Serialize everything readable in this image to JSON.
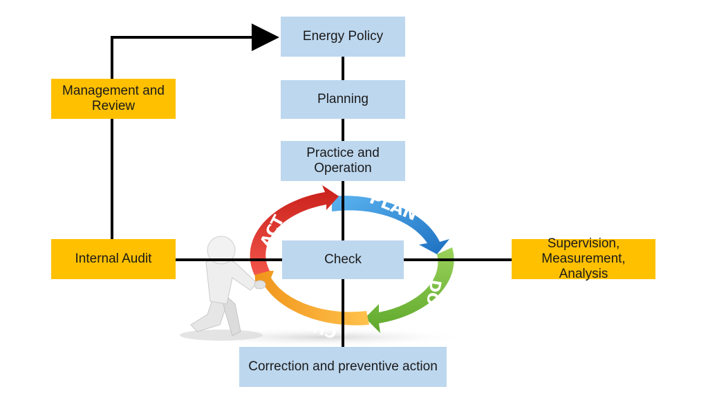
{
  "diagram": {
    "energy_policy": "Energy Policy",
    "planning": "Planning",
    "practice_operation": "Practice and Operation",
    "check": "Check",
    "correction": "Correction and preventive action",
    "management_review": "Management and Review",
    "internal_audit": "Internal Audit",
    "supervision": "Supervision, Measurement, Analysis"
  },
  "cycle": {
    "plan": "PLAN",
    "do": "DO",
    "check": "CHECK",
    "act": "ACT"
  },
  "colors": {
    "plan": "#2e8fd8",
    "do": "#7cc142",
    "check": "#f5a623",
    "act": "#e8332a",
    "blue_box": "#bdd7ee",
    "gold_box": "#ffc000"
  }
}
